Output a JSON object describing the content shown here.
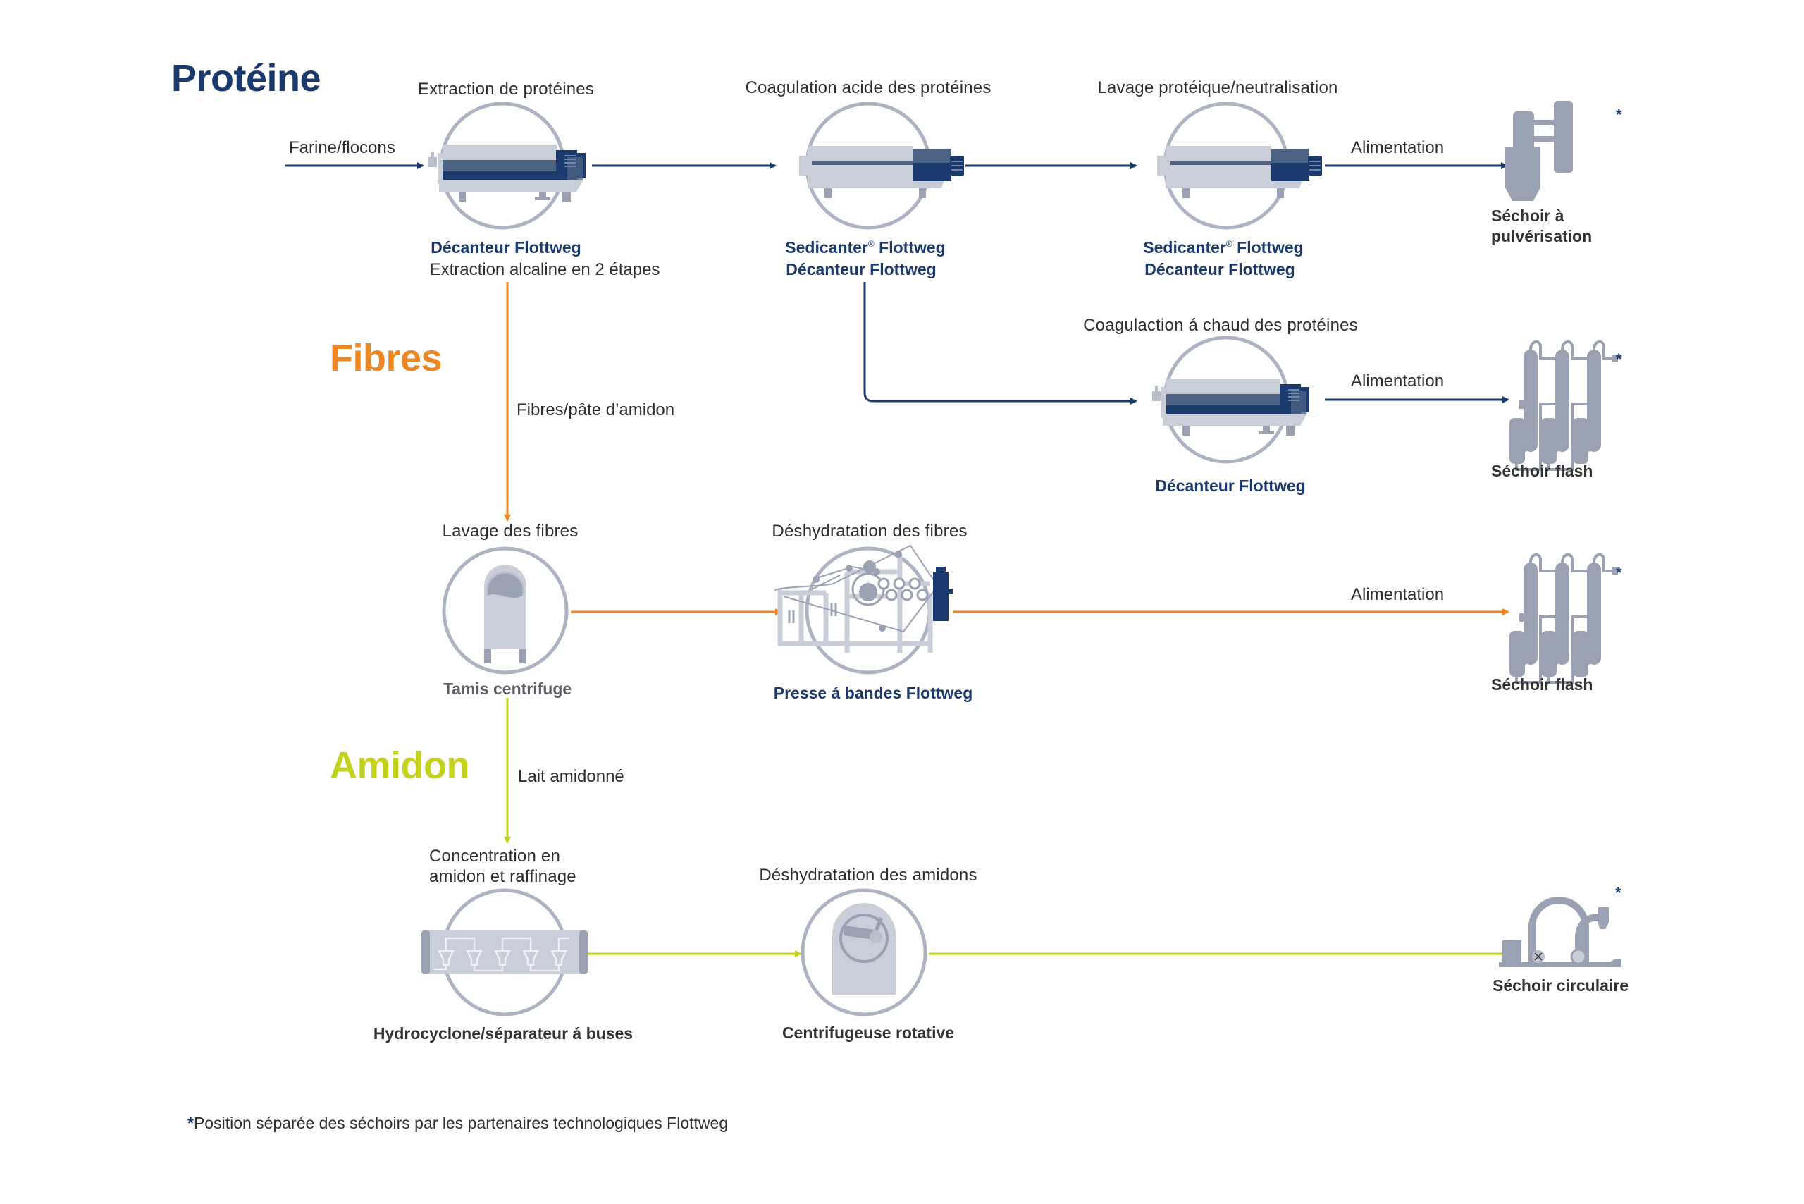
{
  "colors": {
    "protein": "#1a3a6e",
    "fibres": "#ee8624",
    "starch": "#c3d21c",
    "machine_gray": "#9aa1b3",
    "machine_light": "#c9ced8"
  },
  "sections": {
    "protein": "Protéine",
    "fibres": "Fibres",
    "starch": "Amidon"
  },
  "protein": {
    "input_label": "Farine/flocons",
    "step1": {
      "title": "Extraction de protéines",
      "machine": "Décanteur Flottweg",
      "note": "Extraction alcaline en 2 étapes",
      "icon": "decanter-icon"
    },
    "step2": {
      "title": "Coagulation acide des protéines",
      "machine_line1": "Sedicanter",
      "registered": "®",
      "machine_line1_suffix": " Flottweg",
      "machine_line2": "Décanteur Flottweg",
      "icon": "sedicanter-icon"
    },
    "step3": {
      "title": "Lavage protéique/neutralisation",
      "machine_line1": "Sedicanter",
      "registered": "®",
      "machine_line1_suffix": " Flottweg",
      "machine_line2": "Décanteur Flottweg",
      "icon": "sedicanter-icon"
    },
    "feed_label": "Alimentation",
    "dryer_line1": "Séchoir à",
    "dryer_line2": "pulvérisation",
    "dryer_icon": "spray-dryer-icon",
    "hot": {
      "title": "Coagulaction á chaud des protéines",
      "machine": "Décanteur Flottweg",
      "feed_label": "Alimentation",
      "dryer": "Séchoir flash",
      "icon": "decanter-icon",
      "dryer_icon": "flash-dryer-icon"
    }
  },
  "fibres": {
    "link_label": "Fibres/pâte d’amidon",
    "step1": {
      "title": "Lavage des fibres",
      "machine": "Tamis centrifuge",
      "icon": "centrifugal-sieve-icon"
    },
    "step2": {
      "title": "Déshydratation des fibres",
      "machine": "Presse á bandes Flottweg",
      "icon": "belt-press-icon"
    },
    "feed_label": "Alimentation",
    "dryer": "Séchoir flash",
    "dryer_icon": "flash-dryer-icon"
  },
  "starch": {
    "link_label": "Lait amidonné",
    "step1": {
      "title_line1": "Concentration en",
      "title_line2": "amidon et raffinage",
      "machine": "Hydrocyclone/séparateur á buses",
      "icon": "hydrocyclone-icon"
    },
    "step2": {
      "title": "Déshydratation des amidons",
      "machine": "Centrifugeuse rotative",
      "icon": "peeler-centrifuge-icon"
    },
    "dryer": "Séchoir circulaire",
    "dryer_icon": "ring-dryer-icon"
  },
  "asterisk": "*",
  "footnote": {
    "star": "*",
    "text": "Position séparée des séchoirs par les partenaires technologiques Flottweg"
  }
}
